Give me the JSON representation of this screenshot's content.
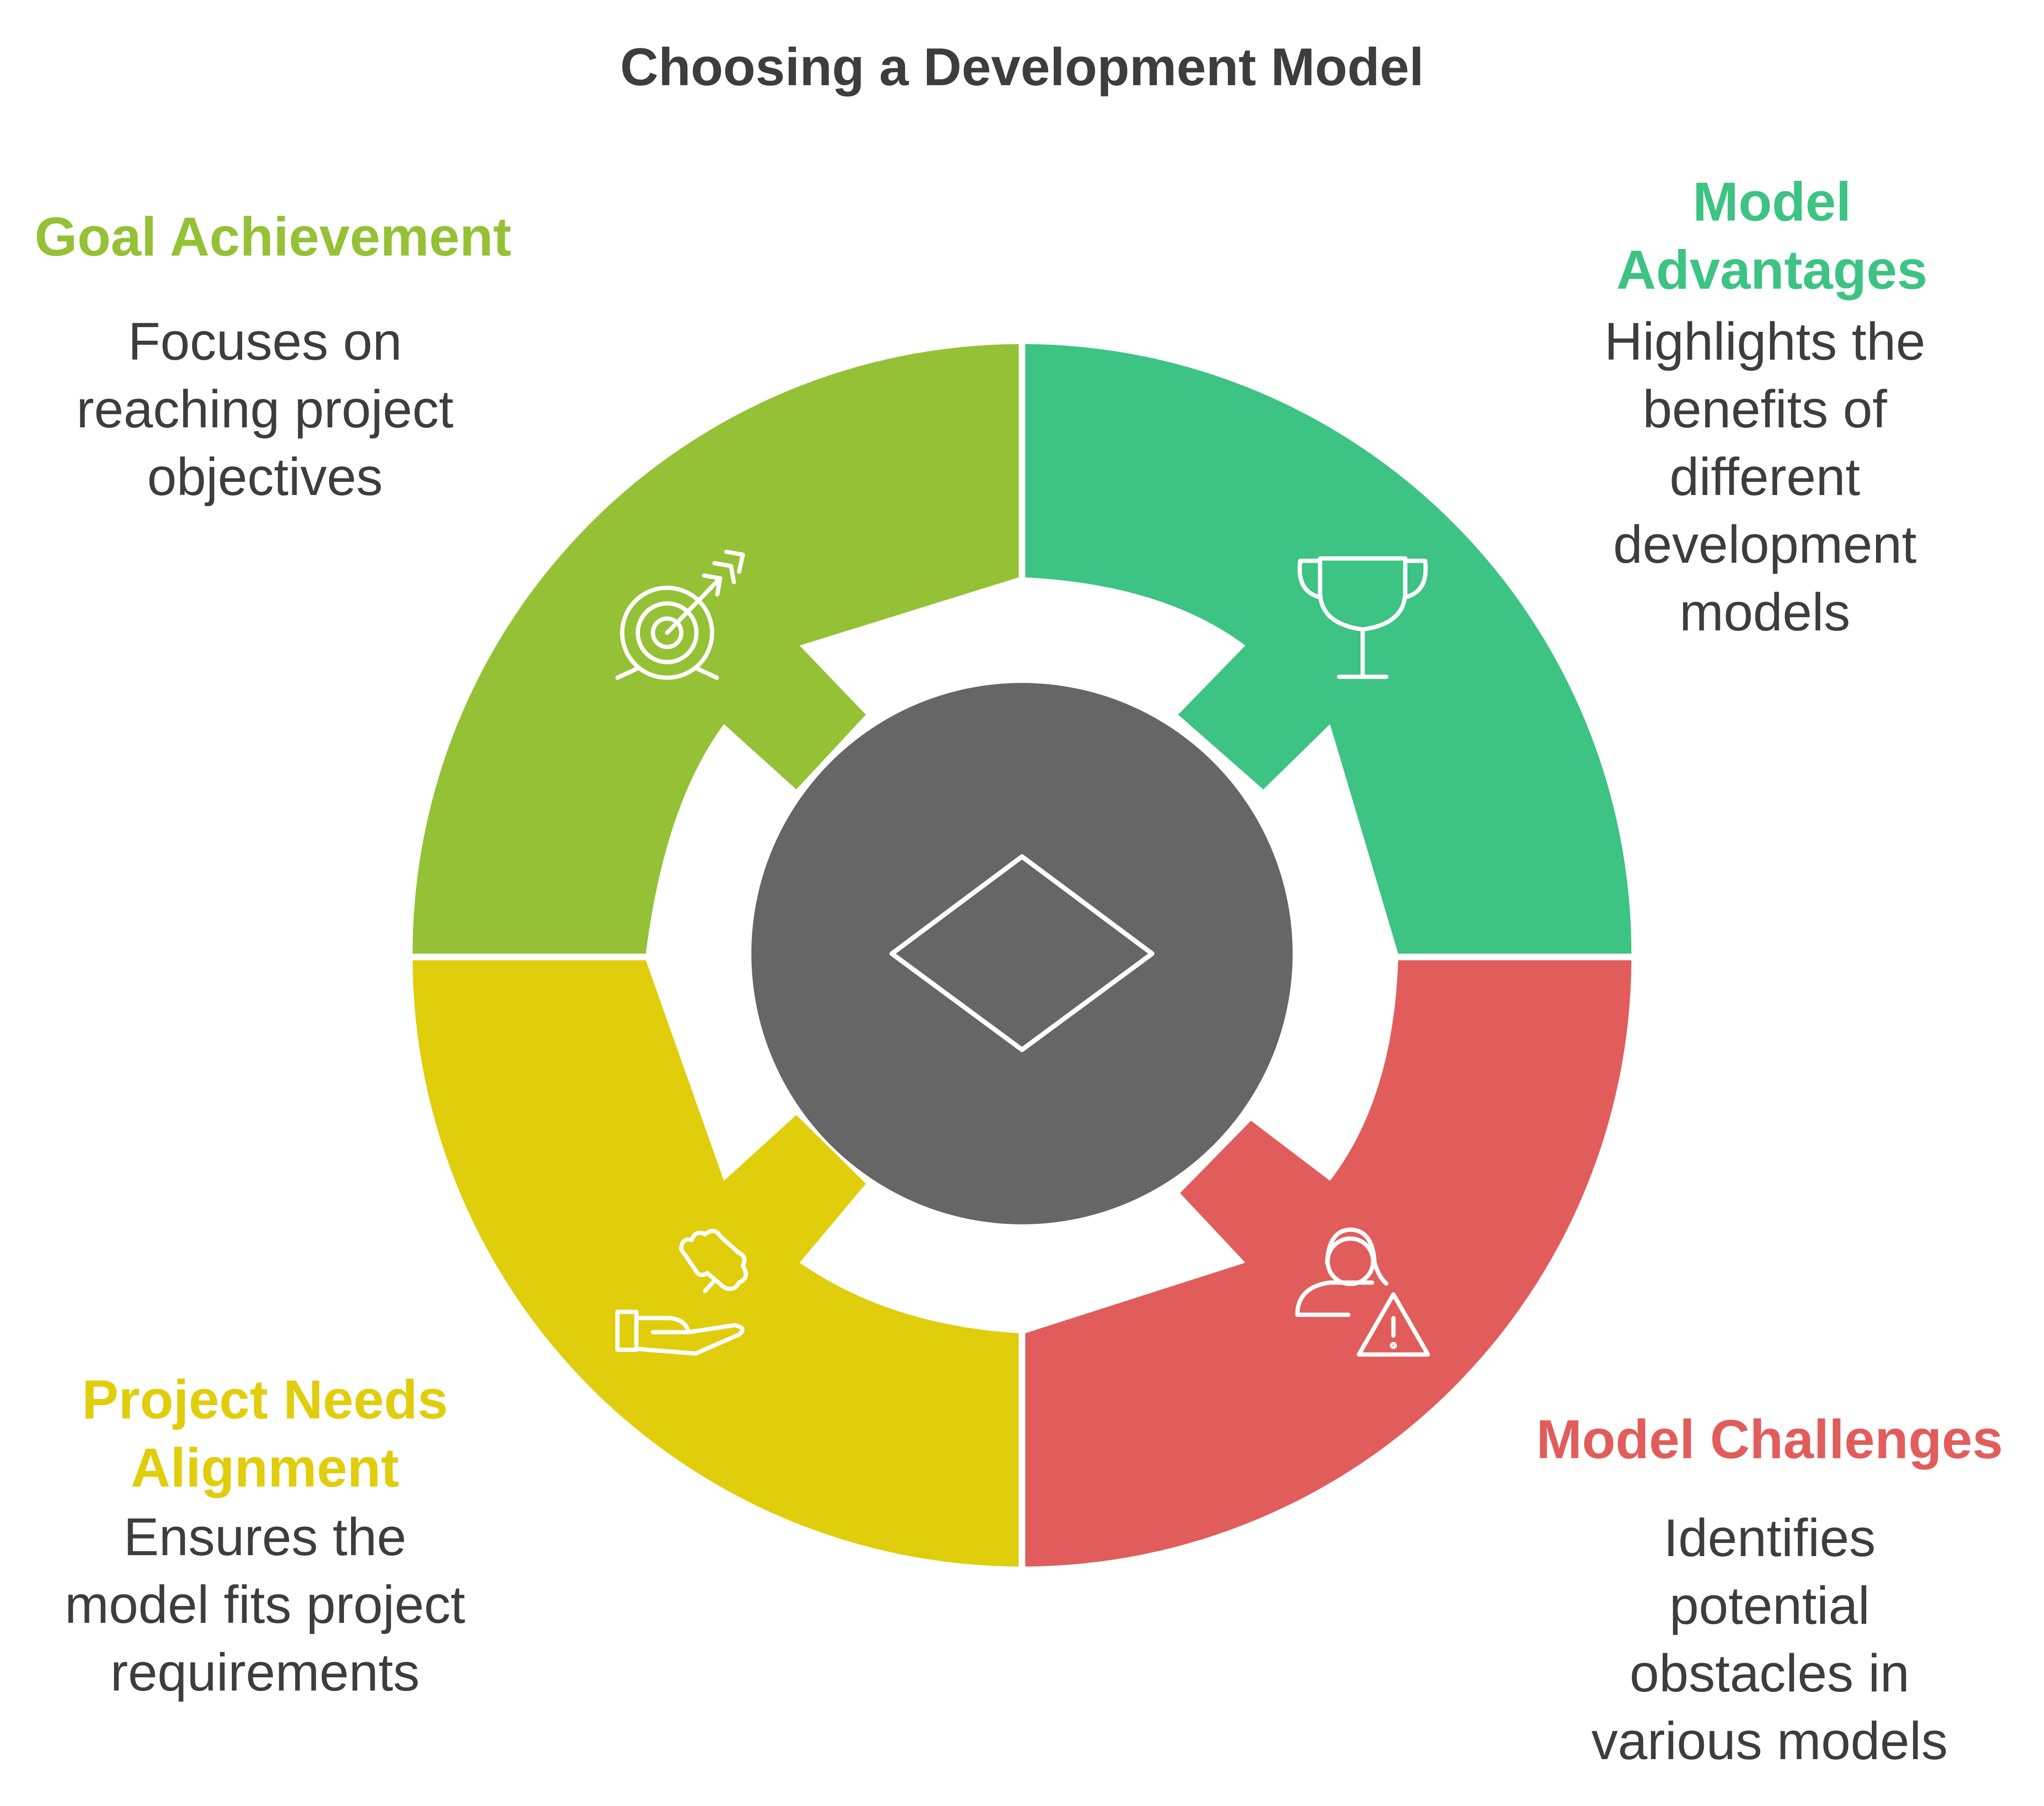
{
  "title": "Choosing a Development Model",
  "colors": {
    "goal": "#95c136",
    "advantages": "#3dc383",
    "alignment": "#e0cd0b",
    "challenges": "#e15d5b",
    "center": "#666666",
    "text": "#3d3d3d"
  },
  "sections": {
    "goal": {
      "heading": [
        "Goal Achievement"
      ],
      "description": [
        "Focuses on",
        "reaching project",
        "objectives"
      ],
      "icon": "target-arrow-icon"
    },
    "advantages": {
      "heading": [
        "Model",
        "Advantages"
      ],
      "description": [
        "Highlights the",
        "benefits of",
        "different",
        "development",
        "models"
      ],
      "icon": "trophy-icon"
    },
    "alignment": {
      "heading": [
        "Project Needs",
        "Alignment"
      ],
      "description": [
        "Ensures the",
        "model fits project",
        "requirements"
      ],
      "icon": "hand-puzzle-icon"
    },
    "challenges": {
      "heading": [
        "Model Challenges"
      ],
      "description": [
        "Identifies",
        "potential",
        "obstacles in",
        "various models"
      ],
      "icon": "person-warning-icon"
    }
  },
  "center_icon": "diamond-icon"
}
